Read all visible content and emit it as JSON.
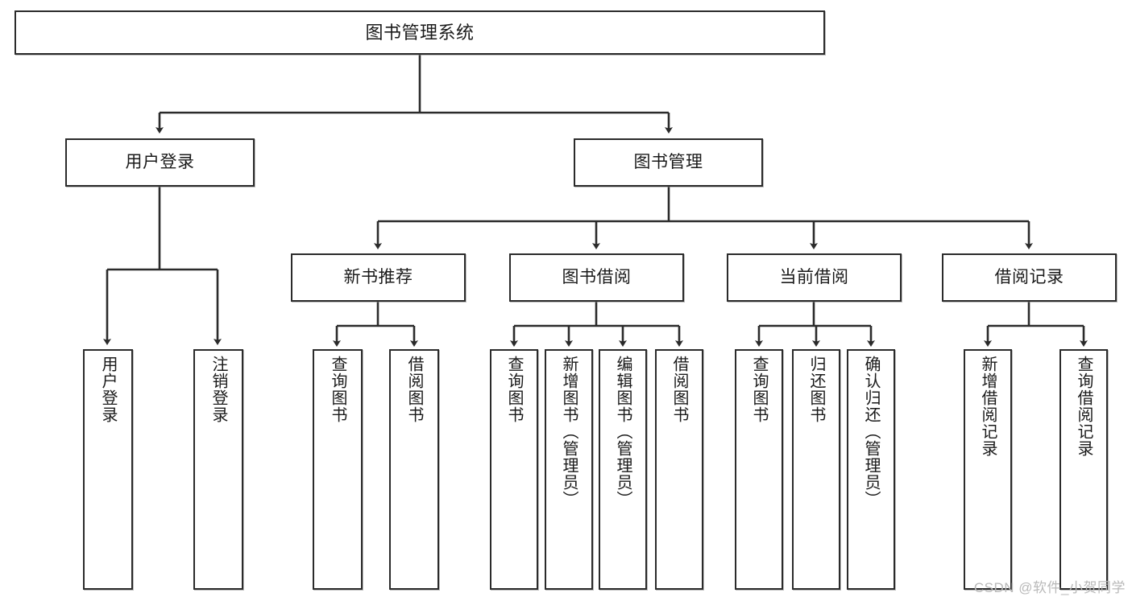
{
  "diagram": {
    "title": "图书管理系统",
    "type": "hierarchy-tree",
    "watermark": "CSDN @软件_小贺同学",
    "colors": {
      "box_border": "#2b2b2b",
      "box_fill": "#ffffff",
      "connector": "#2b2b2b",
      "text": "#1a1a1a",
      "watermark": "#b9b9b9"
    },
    "nodes": {
      "root": {
        "label": "图书管理系统"
      },
      "level2": [
        {
          "label": "用户登录"
        },
        {
          "label": "图书管理"
        }
      ],
      "level3": [
        {
          "label": "新书推荐"
        },
        {
          "label": "图书借阅"
        },
        {
          "label": "当前借阅"
        },
        {
          "label": "借阅记录"
        }
      ],
      "leaves": {
        "user_login": [
          {
            "label": "用户登录"
          },
          {
            "label": "注销登录"
          }
        ],
        "new_book_recommend": [
          {
            "label": "查询图书"
          },
          {
            "label": "借阅图书"
          }
        ],
        "book_borrow": [
          {
            "label": "查询图书"
          },
          {
            "label": "新增图书（管理员）"
          },
          {
            "label": "编辑图书（管理员）"
          },
          {
            "label": "借阅图书"
          }
        ],
        "current_borrow": [
          {
            "label": "查询图书"
          },
          {
            "label": "归还图书"
          },
          {
            "label": "确认归还（管理员）"
          }
        ],
        "borrow_records": [
          {
            "label": "新增借阅记录"
          },
          {
            "label": "查询借阅记录"
          }
        ]
      }
    }
  }
}
